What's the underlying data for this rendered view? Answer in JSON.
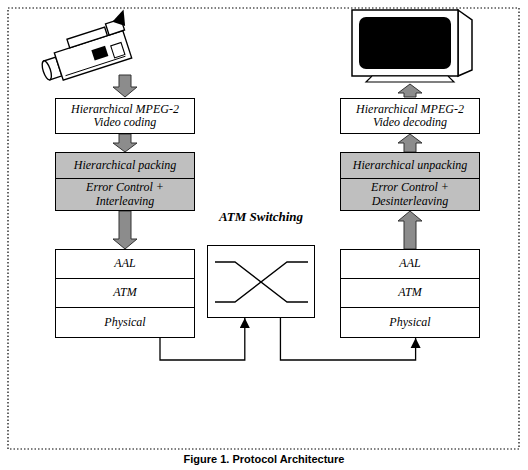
{
  "diagram": {
    "caption": "Figure 1. Protocol Architecture",
    "nodes": [
      {
        "text": [
          "Hierarchical MPEG-2 Video coding"
        ]
      },
      {
        "text": [
          "Hierarchical packing"
        ]
      },
      {
        "text": [
          "Error Control + Interleaving"
        ]
      },
      {
        "text": [
          "AAL"
        ]
      },
      {
        "text": [
          "ATM"
        ]
      },
      {
        "text": [
          "Physical"
        ]
      },
      {
        "text": [
          "ATM Switching"
        ]
      },
      {
        "text": [
          "Hierarchical MPEG-2 Video decoding"
        ]
      },
      {
        "text": [
          "Hierarchical unpacking"
        ]
      },
      {
        "text": [
          "Error Control + Desinterleaving"
        ]
      },
      {
        "text": [
          "AAL"
        ]
      },
      {
        "text": [
          "ATM"
        ]
      },
      {
        "text": [
          "Physical"
        ]
      }
    ],
    "edges": [
      {
        "from": 0,
        "to": 1,
        "arrow": "to"
      },
      {
        "from": 2,
        "to": 3,
        "arrow": "to"
      },
      {
        "from": 5,
        "to": 6,
        "arrow": "to"
      },
      {
        "from": 6,
        "to": 12,
        "arrow": "to"
      },
      {
        "from": 10,
        "to": 9,
        "arrow": "to"
      },
      {
        "from": 8,
        "to": 7,
        "arrow": "to"
      }
    ]
  }
}
